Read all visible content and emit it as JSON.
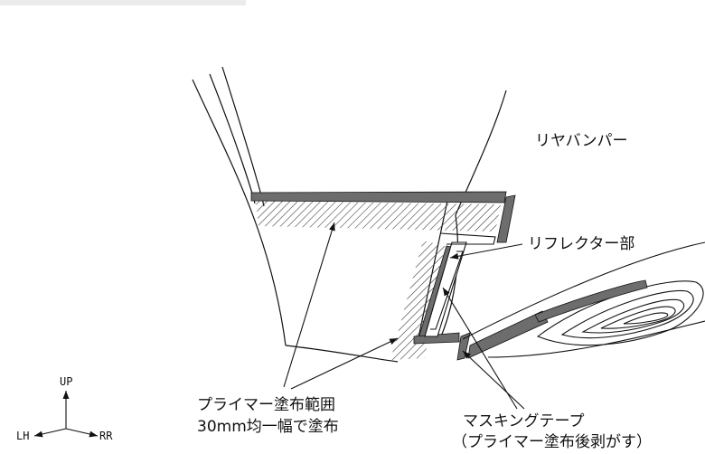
{
  "labels": {
    "rear_bumper": "リヤバンパー",
    "reflector": "リフレクター部",
    "primer_line1": "プライマー塗布範囲",
    "primer_line2": "30mm均一幅で塗布",
    "masking_line1": "マスキングテープ",
    "masking_line2": "（プライマー塗布後剥がす）"
  },
  "axes": {
    "up": "UP",
    "lh": "LH",
    "rr": "RR"
  },
  "colors": {
    "line": "#111111",
    "tape": "#6d6d6d",
    "hatch": "#333333",
    "background": "#ffffff"
  }
}
